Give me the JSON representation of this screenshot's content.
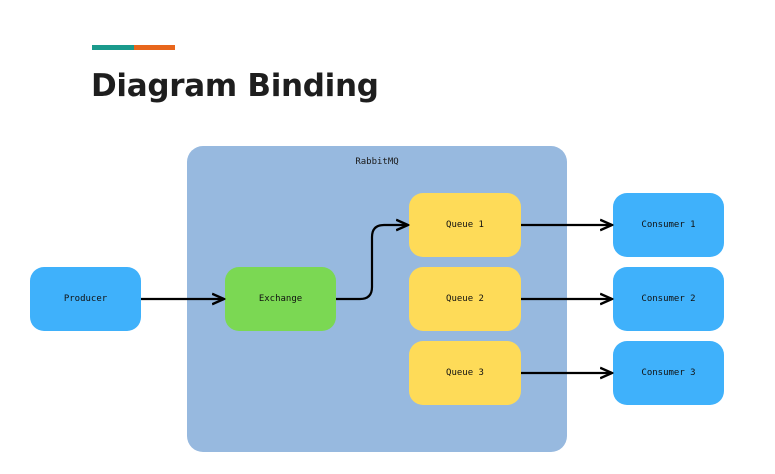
{
  "page": {
    "title": "Diagram Binding"
  },
  "diagram": {
    "container_label": "RabbitMQ",
    "nodes": {
      "producer": "Producer",
      "exchange": "Exchange",
      "queue1": "Queue 1",
      "queue2": "Queue 2",
      "queue3": "Queue 3",
      "consumer1": "Consumer 1",
      "consumer2": "Consumer 2",
      "consumer3": "Consumer 3"
    },
    "edges": [
      {
        "from": "Producer",
        "to": "Exchange"
      },
      {
        "from": "Exchange",
        "to": "Queue 1"
      },
      {
        "from": "Queue 1",
        "to": "Consumer 1"
      },
      {
        "from": "Queue 2",
        "to": "Consumer 2"
      },
      {
        "from": "Queue 3",
        "to": "Consumer 3"
      }
    ]
  },
  "colors": {
    "accent_teal": "#1a9a8c",
    "accent_orange": "#e8661c",
    "container": "#97b9df",
    "producer_consumer": "#3fb1fb",
    "exchange": "#7bd853",
    "queue": "#fedb58"
  }
}
